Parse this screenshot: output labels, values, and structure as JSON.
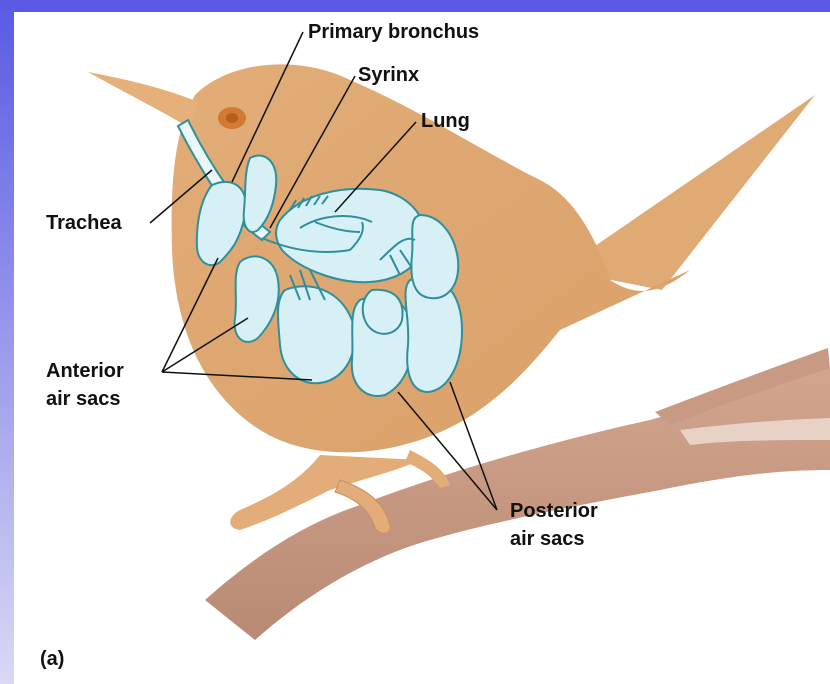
{
  "figure": {
    "panel_letter": "(a)",
    "labels": {
      "primary_bronchus": "Primary bronchus",
      "syrinx": "Syrinx",
      "lung": "Lung",
      "trachea": "Trachea",
      "anterior_line1": "Anterior",
      "anterior_line2": "air sacs",
      "posterior_line1": "Posterior",
      "posterior_line2": "air sacs"
    },
    "colors": {
      "frame": "#5a5ae6",
      "bird_body": "#e3ad78",
      "branch": "#c99a83",
      "air_system": "#d6f0f4",
      "air_outline": "#2f8f9c"
    }
  }
}
